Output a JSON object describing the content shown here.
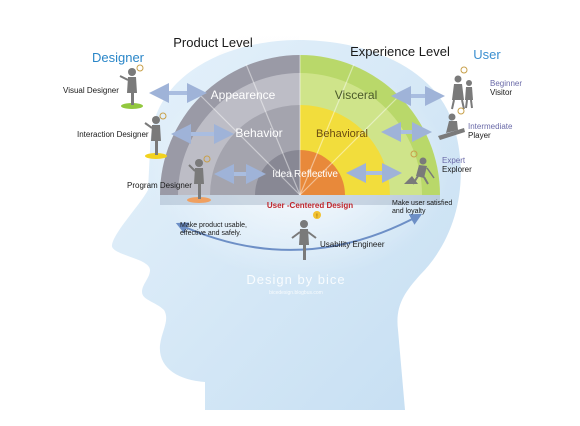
{
  "headings": {
    "designer": "Designer",
    "product_level": "Product Level",
    "experience_level": "Experience Level",
    "user": "User"
  },
  "product_layers": {
    "appearance": "Appearence",
    "behavior": "Behavior",
    "idea": "Idea"
  },
  "experience_layers": {
    "visceral": "Visceral",
    "behavioral": "Behavioral",
    "reflective": "Reflective"
  },
  "designers": {
    "visual": "Visual Designer",
    "interaction": "Interaction Designer",
    "program": "Program Designer"
  },
  "users": {
    "beginner_level": "Beginner",
    "beginner_role": "Visitor",
    "intermediate_level": "Intermediate",
    "intermediate_role": "Player",
    "expert_level": "Expert",
    "expert_role": "Explorer"
  },
  "center": {
    "ucd": "User -Centered Design",
    "engineer": "Usability Engineer",
    "make_usable_line1": "Make product usable,",
    "make_usable_line2": "effective and safely.",
    "make_satisfied_line1": "Make user satisfied",
    "make_satisfied_line2": "and loyalty"
  },
  "watermark": {
    "main": "Design by bice",
    "sub": "bicedesign.blogbus.com"
  },
  "colors": {
    "designer_heading": "#2a86c8",
    "user_heading": "#3b8fd0",
    "user_level": "#6a6aa8",
    "ucd": "#c0272d",
    "head_fill": "#d6e9f6",
    "arrow": "#9fb3d8",
    "figure": "#7a7a7a"
  }
}
